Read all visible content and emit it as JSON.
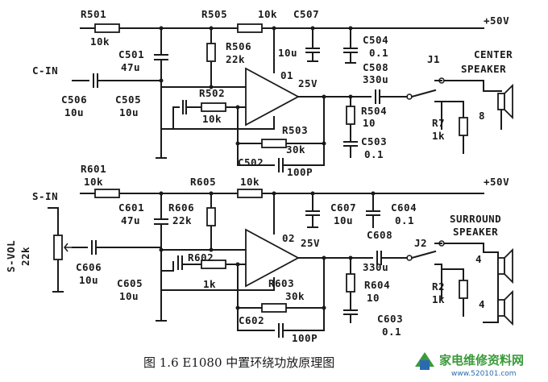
{
  "labels": {
    "r501": "R501",
    "r501_val": "10k",
    "r505": "R505",
    "r505_val": "10k",
    "c507": "C507",
    "v_top": "+50V",
    "c501": "C501",
    "c501_val": "47u",
    "r506": "R506",
    "r506_val": "22k",
    "c507_val": "10u",
    "c504": "C504",
    "c504_val": "0.1",
    "c508": "C508",
    "c508_val": "330u",
    "j1": "J1",
    "center_1": "CENTER",
    "center_2": "SPEAKER",
    "c_in": "C-IN",
    "ic1": "01",
    "c506": "C506",
    "c506_val": "10u",
    "c505": "C505",
    "c505_val": "10u",
    "r502": "R502",
    "r502_val": "10k",
    "v25_1": "25V",
    "r504": "R504",
    "r504_val": "10",
    "r7": "R7",
    "r7_val": "1k",
    "spk1_ohm": "8",
    "r503": "R503",
    "r503_val": "30k",
    "c503": "C503",
    "c503_val": "0.1",
    "c502": "C502",
    "c502_val": "100P",
    "r601": "R601",
    "r601_val": "10k",
    "r605": "R605",
    "r605_val": "10k",
    "v_bot": "+50V",
    "s_in": "S-IN",
    "c601": "C601",
    "c601_val": "47u",
    "r606": "R606",
    "r606_val": "22k",
    "c607": "C607",
    "c607_val": "10u",
    "c604": "C604",
    "c604_val": "0.1",
    "surround_1": "SURROUND",
    "surround_2": "SPEAKER",
    "c608": "C608",
    "c608_val": "330u",
    "ic2": "02",
    "v25_2": "25V",
    "j2": "J2",
    "s_vol": "S-VOL",
    "s_vol_val": "22k",
    "c606": "C606",
    "c606_val": "10u",
    "r602": "R602",
    "r602_val": "1k",
    "r604": "R604",
    "r604_val": "10",
    "r2": "R2",
    "r2_val": "1k",
    "spk2_ohm_a": "4",
    "spk2_ohm_b": "4",
    "c605": "C605",
    "c605_val": "10u",
    "r603": "R603",
    "r603_val": "30k",
    "c603": "C603",
    "c603_val": "0.1",
    "c602": "C602",
    "c602_val": "100P",
    "caption": "图 1.6  E1080 中置环绕功放原理图",
    "watermark_cn": "家电维修资料网",
    "watermark_url": "www.520101.com"
  },
  "colors": {
    "ink": "#1a1a1a",
    "watermark_blue": "#2a6bb0",
    "watermark_green": "#3a9a3a"
  }
}
